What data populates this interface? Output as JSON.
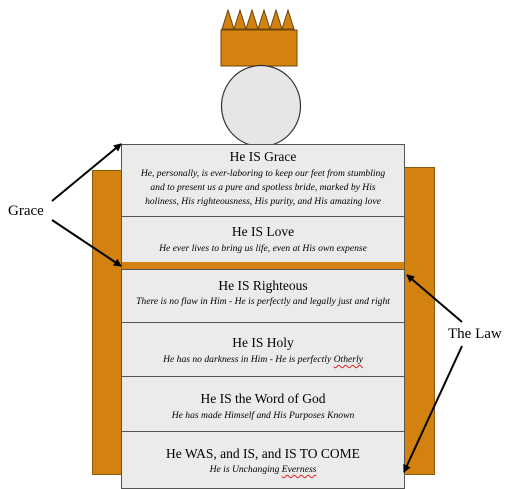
{
  "labels": {
    "left": "Grace",
    "right": "The Law"
  },
  "boxes": [
    {
      "title": "He IS Grace",
      "lines": [
        "He, personally, is ever-laboring to keep our feet from stumbling",
        "and to present us a pure and spotless bride, marked by His",
        "holiness, His righteousness, His purity, and His amazing love"
      ]
    },
    {
      "title": "He IS Love",
      "lines": [
        "He ever lives to bring us life, even at His own expense"
      ]
    },
    {
      "title": "He IS Righteous",
      "lines": [
        "There is no flaw in Him - He is perfectly and legally just and right"
      ]
    },
    {
      "title": "He IS Holy",
      "prefix": "He has no darkness in Him - He is perfectly ",
      "underlined": "Otherly"
    },
    {
      "title": "He IS the Word of God",
      "lines": [
        "He has made Himself and His Purposes Known"
      ]
    },
    {
      "title": "He WAS, and IS, and IS TO COME",
      "prefix": "He is Unchanging ",
      "underlined": "Everness"
    }
  ],
  "colors": {
    "orange": "#d4820f",
    "box": "#ebebeb"
  }
}
